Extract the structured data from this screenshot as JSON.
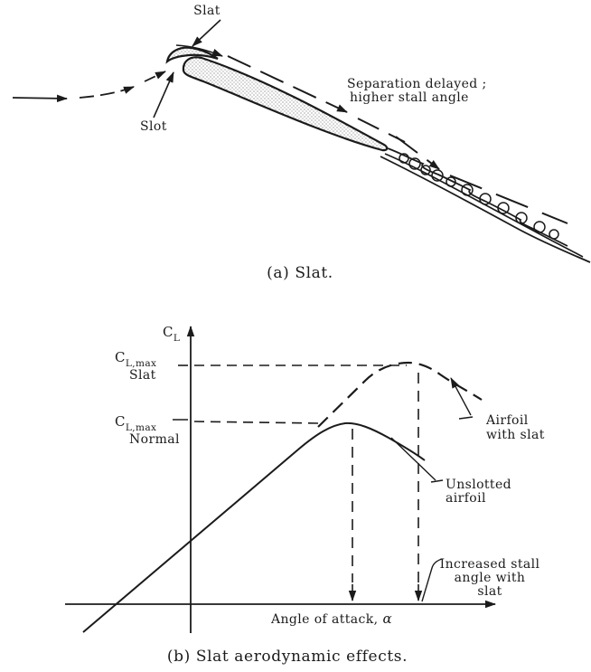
{
  "figure": {
    "panel_a": {
      "caption": "(a) Slat.",
      "slat_label": "Slat",
      "slot_label": "Slot",
      "separation_note_line1": "Separation delayed ;",
      "separation_note_line2": "higher stall angle"
    },
    "panel_b": {
      "caption": "(b) Slat aerodynamic effects.",
      "y_axis_symbol": "C",
      "y_axis_subscript": "L",
      "x_axis_label": "Angle of attack,",
      "x_axis_alpha": "α",
      "cl_max_slat": {
        "symbol": "C",
        "subscript": "L,max",
        "line2": "Slat"
      },
      "cl_max_normal": {
        "symbol": "C",
        "subscript": "L,max",
        "line2": "Normal"
      },
      "airfoil_with_slat": {
        "line1": "Airfoil",
        "line2": "with slat"
      },
      "unslotted_airfoil": {
        "line1": "Unslotted",
        "line2": "airfoil"
      },
      "increased_stall": {
        "line1": "Increased stall",
        "line2": "angle with",
        "line3": "slat"
      }
    }
  },
  "chart_data": {
    "type": "line",
    "title": "(b) Slat aerodynamic effects.",
    "xlabel": "Angle of attack, α",
    "ylabel": "C_L",
    "numeric_axes": false,
    "qualitative": true,
    "legend_position": "inline-annotations",
    "grid": false,
    "series": [
      {
        "name": "Unslotted airfoil",
        "line_style": "solid",
        "x_norm": [
          -0.35,
          -0.24,
          0.0,
          0.35,
          0.45,
          0.51,
          0.58,
          0.65,
          0.76
        ],
        "y_norm": [
          -0.1,
          0.0,
          0.227,
          0.59,
          0.635,
          0.64,
          0.6,
          0.55,
          0.51
        ]
      },
      {
        "name": "Airfoil with slat",
        "line_style": "dashed",
        "x_norm": [
          0.41,
          0.5,
          0.6,
          0.68,
          0.74,
          0.82,
          0.95
        ],
        "y_norm": [
          0.625,
          0.72,
          0.8,
          0.843,
          0.845,
          0.8,
          0.72
        ]
      }
    ],
    "annotations": {
      "cl_max_slat_norm": 0.843,
      "cl_max_normal_norm": 0.645,
      "stall_angle_normal_norm": 0.53,
      "stall_angle_slat_norm": 0.74,
      "labels": [
        "C_L,max Slat",
        "C_L,max Normal",
        "Airfoil with slat",
        "Unslotted airfoil",
        "Increased stall angle with slat"
      ]
    }
  }
}
